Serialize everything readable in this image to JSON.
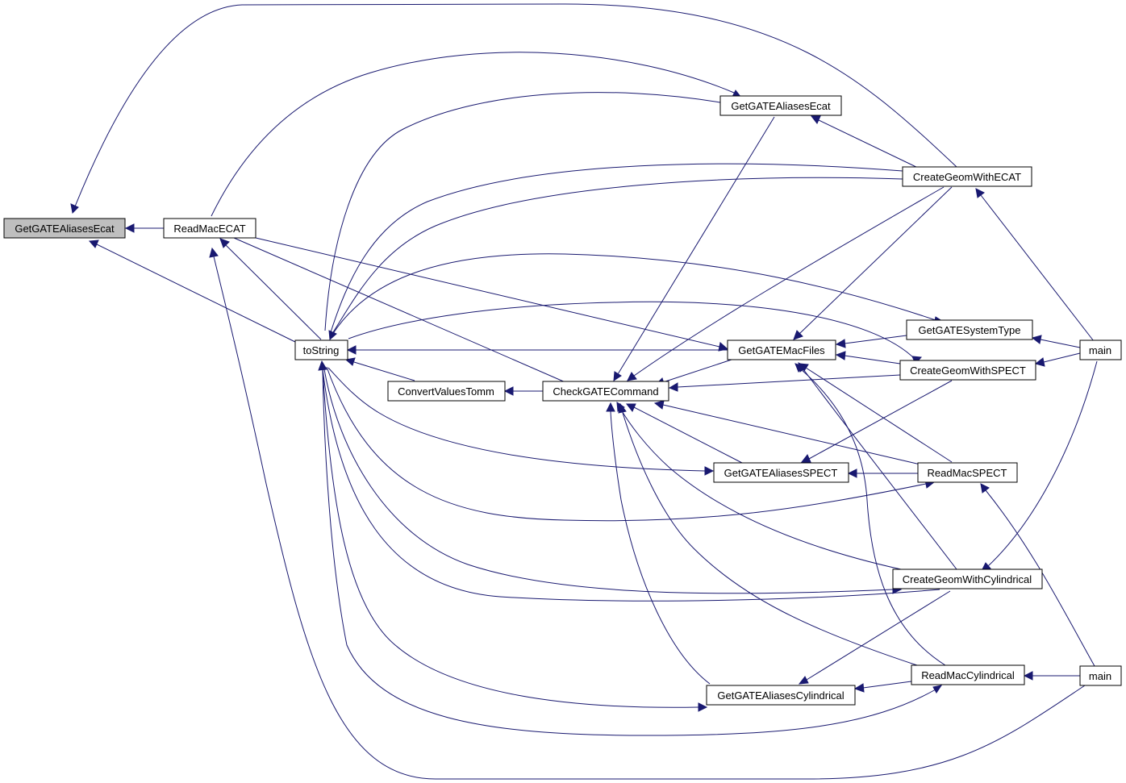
{
  "colors": {
    "edge": "#191970",
    "node_border": "#000000",
    "selected_fill": "#bfbfbf",
    "node_fill": "#ffffff"
  },
  "nodes": [
    {
      "id": "getAliasesEcatRoot",
      "label": "GetGATEAliasesEcat",
      "selected": true
    },
    {
      "id": "readMacECAT",
      "label": "ReadMacECAT"
    },
    {
      "id": "toString",
      "label": "toString"
    },
    {
      "id": "convertValuesTomm",
      "label": "ConvertValuesTomm"
    },
    {
      "id": "checkGATECommand",
      "label": "CheckGATECommand"
    },
    {
      "id": "getAliasesEcat2",
      "label": "GetGATEAliasesEcat"
    },
    {
      "id": "getMacFiles",
      "label": "GetGATEMacFiles"
    },
    {
      "id": "getAliasesSPECT",
      "label": "GetGATEAliasesSPECT"
    },
    {
      "id": "getAliasesCyl",
      "label": "GetGATEAliasesCylindrical"
    },
    {
      "id": "createECAT",
      "label": "CreateGeomWithECAT"
    },
    {
      "id": "getSystemType",
      "label": "GetGATESystemType"
    },
    {
      "id": "createSPECT",
      "label": "CreateGeomWithSPECT"
    },
    {
      "id": "readMacSPECT",
      "label": "ReadMacSPECT"
    },
    {
      "id": "createCyl",
      "label": "CreateGeomWithCylindrical"
    },
    {
      "id": "readMacCyl",
      "label": "ReadMacCylindrical"
    },
    {
      "id": "main1",
      "label": "main"
    },
    {
      "id": "main2",
      "label": "main"
    }
  ]
}
